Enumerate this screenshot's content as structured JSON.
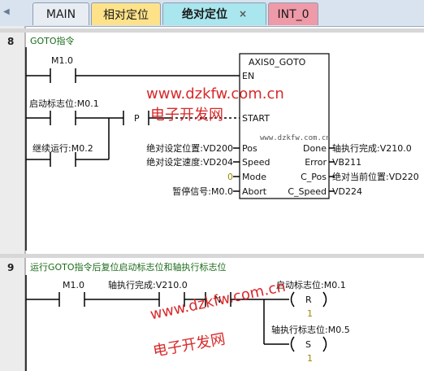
{
  "tabs": [
    {
      "label": "MAIN",
      "bg": "#e8edf3"
    },
    {
      "label": "相对定位",
      "bg": "#fde28a"
    },
    {
      "label": "绝对定位",
      "bg": "#a9e6ee",
      "active": true
    },
    {
      "label": "INT_0",
      "bg": "#ef9aa8"
    }
  ],
  "tab_close": "×",
  "net8": {
    "number": "8",
    "comment": "GOTO指令",
    "contacts": {
      "m10": "M1.0",
      "start_flag": "启动标志位:M0.1",
      "continue": "继续运行:M0.2",
      "p_label": "P"
    },
    "block": {
      "title": "AXIS0_GOTO",
      "pins_left": [
        "EN",
        "START",
        "Pos",
        "Speed",
        "Mode",
        "Abort"
      ],
      "pins_right": [
        "Done",
        "Error",
        "C_Pos",
        "C_Speed"
      ],
      "inputs": {
        "pos": "绝对设定位置:VD200",
        "speed": "绝对设定速度:VD204",
        "mode": "0",
        "abort": "暂停信号:M0.0"
      },
      "outputs": {
        "done": "轴执行完成:V210.0",
        "error": "VB211",
        "cpos": "绝对当前位置:VD220",
        "cspeed": "VD224"
      }
    }
  },
  "net9": {
    "number": "9",
    "comment": "运行GOTO指令后复位启动标志位和轴执行标志位",
    "contacts": {
      "m10": "M1.0",
      "done": "轴执行完成:V210.0",
      "n_label": "N"
    },
    "coils": [
      {
        "name": "启动标志位:M0.1",
        "op": "R",
        "count": "1"
      },
      {
        "name": "轴执行标志位:M0.5",
        "op": "S",
        "count": "1"
      }
    ]
  },
  "watermarks": {
    "url": "www.dzkfw.com.cn",
    "cn": "电子开发网",
    "url_small": "www.dzkfw.com.cn"
  },
  "colors": {
    "wire": "#000000",
    "comment": "#1a6b1a",
    "watermark": "#d8292a",
    "olive": "#9b8a00"
  }
}
